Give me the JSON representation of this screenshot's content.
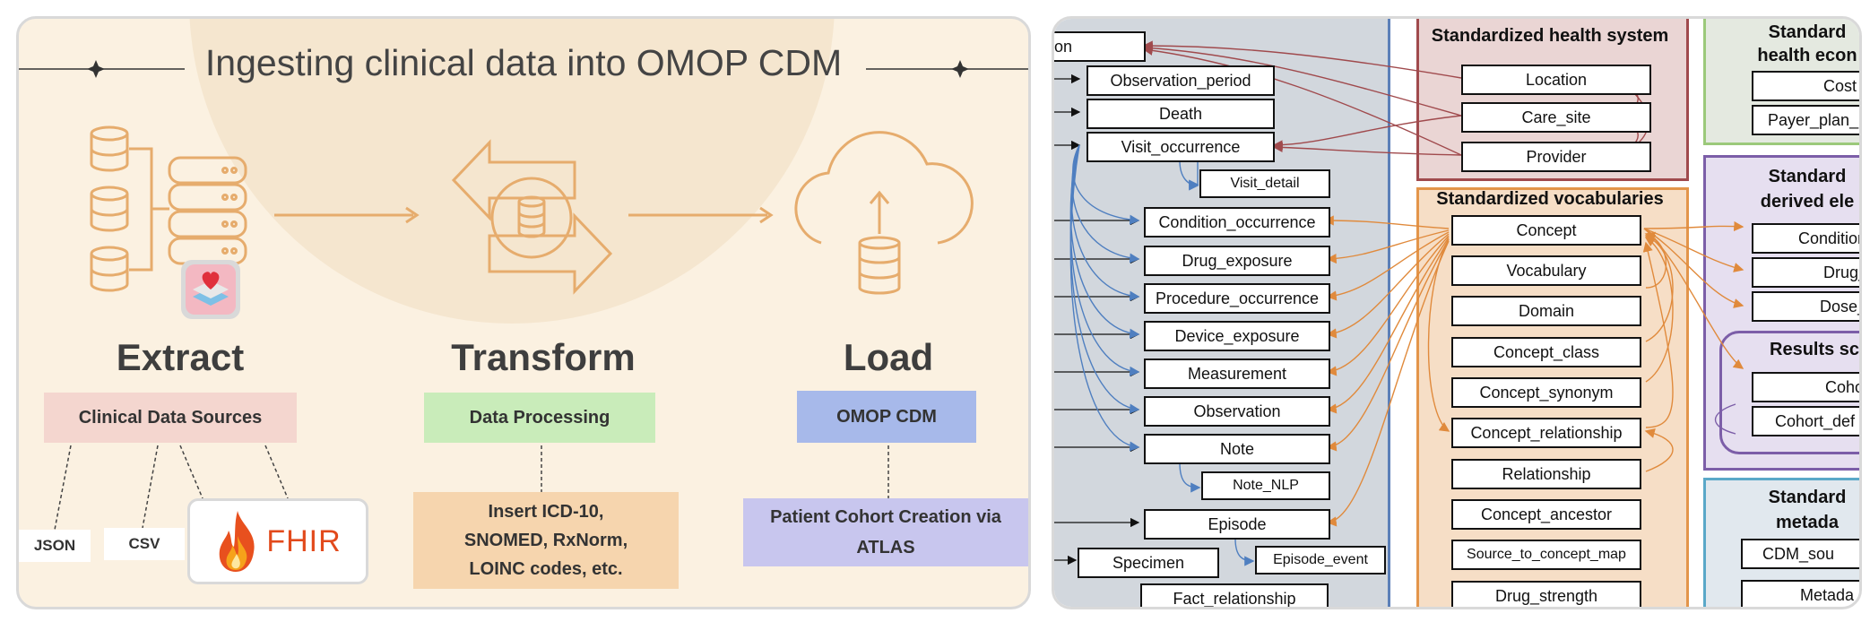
{
  "left": {
    "title": "Ingesting clinical data into OMOP CDM",
    "steps": {
      "extract": "Extract",
      "transform": "Transform",
      "load": "Load"
    },
    "boxes": {
      "sources": "Clinical Data Sources",
      "processing": "Data Processing",
      "omop": "OMOP CDM",
      "codes_line1": "Insert ICD-10,",
      "codes_line2": "SNOMED, RxNorm,",
      "codes_line3": "LOINC codes, etc.",
      "cohort_line1": "Patient Cohort Creation via",
      "cohort_line2": "ATLAS"
    },
    "formats": {
      "json": "JSON",
      "csv": "CSV",
      "fhir": "FHIR"
    },
    "colors": {
      "accent": "#e6ac6d",
      "sources_bg": "#f4d6cf",
      "processing_bg": "#c9ecba",
      "omop_bg": "#a7b9ea",
      "codes_bg": "#f6d5ae",
      "cohort_bg": "#c8c6ee"
    }
  },
  "right": {
    "clinical": {
      "items": [
        "on",
        "Observation_period",
        "Death",
        "Visit_occurrence",
        "Visit_detail",
        "Condition_occurrence",
        "Drug_exposure",
        "Procedure_occurrence",
        "Device_exposure",
        "Measurement",
        "Observation",
        "Note",
        "Note_NLP",
        "Episode",
        "Episode_event",
        "Specimen",
        "Fact_relationship"
      ]
    },
    "health_system": {
      "title": "Standardized health system",
      "items": [
        "Location",
        "Care_site",
        "Provider"
      ]
    },
    "vocabularies": {
      "title": "Standardized vocabularies",
      "items": [
        "Concept",
        "Vocabulary",
        "Domain",
        "Concept_class",
        "Concept_synonym",
        "Concept_relationship",
        "Relationship",
        "Concept_ancestor",
        "Source_to_concept_map",
        "Drug_strength"
      ]
    },
    "economics": {
      "title_line1": "Standard",
      "title_line2": "health econ",
      "items": [
        "Cost",
        "Payer_plan_"
      ]
    },
    "derived": {
      "title_line1": "Standard",
      "title_line2": "derived ele",
      "items": [
        "Condition",
        "Drug_e",
        "Dose_e"
      ]
    },
    "results": {
      "title": "Results sch",
      "items": [
        "Cohor",
        "Cohort_def"
      ]
    },
    "metadata": {
      "title_line1": "Standard",
      "title_line2": "metada",
      "items": [
        "CDM_sou",
        "Metada"
      ]
    },
    "colors": {
      "clinical_bg": "#d2d7dd",
      "health_system_bg": "#ead5d4",
      "health_system_border": "#a04a4d",
      "vocab_bg": "#f6dec6",
      "vocab_border": "#e3954a",
      "econ_border": "#9bc97a",
      "derived_bg": "#e6dff0",
      "derived_border": "#7c5ea8",
      "metadata_border": "#5aa8c8",
      "orange_arrow": "#e08a3c",
      "red_arrow": "#a04a4d",
      "blue_arrow": "#4f7fc0"
    }
  }
}
